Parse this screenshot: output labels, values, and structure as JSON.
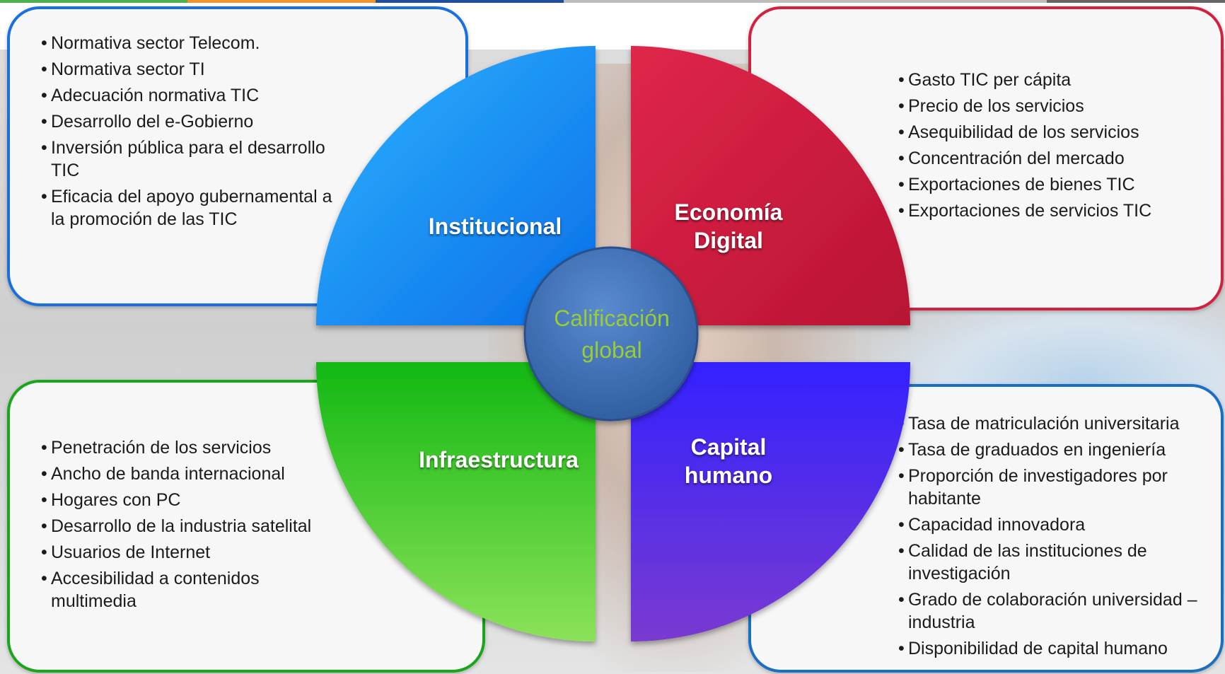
{
  "colors": {
    "institucional": "#1e90ff",
    "economia": "#d1213f",
    "infraestructura": "#1fb31f",
    "capital": "#3a28e8",
    "center": "#3f6fb0",
    "center_text": "#9acd32"
  },
  "center": {
    "label": "Calificación\nglobal"
  },
  "quadrants": {
    "institucional": {
      "label": "Institucional"
    },
    "economia": {
      "label": "Economía\nDigital"
    },
    "infraestructura": {
      "label": "Infraestructura"
    },
    "capital": {
      "label": "Capital\nhumano"
    }
  },
  "boxes": {
    "institucional": {
      "items": [
        "Normativa sector Telecom.",
        "Normativa sector TI",
        "Adecuación normativa TIC",
        "Desarrollo del e-Gobierno",
        "Inversión pública para el desarrollo TIC",
        "Eficacia del apoyo gubernamental a la promoción de las TIC"
      ]
    },
    "economia": {
      "items": [
        "Gasto TIC per cápita",
        "Precio de los servicios",
        "Asequibilidad de los servicios",
        "Concentración del mercado",
        "Exportaciones de bienes TIC",
        "Exportaciones de servicios TIC"
      ]
    },
    "infraestructura": {
      "items": [
        "Penetración de los servicios",
        "Ancho de banda internacional",
        "Hogares con PC",
        "Desarrollo de la industria satelital",
        "Usuarios de Internet",
        "Accesibilidad a contenidos multimedia"
      ]
    },
    "capital": {
      "items": [
        "Tasa de matriculación universitaria",
        "Tasa de graduados en ingeniería",
        "Proporción de investigadores por habitante",
        "Capacidad innovadora",
        "Calidad de las instituciones de investigación",
        "Grado de colaboración universidad –industria",
        "Disponibilidad de capital humano"
      ]
    }
  }
}
